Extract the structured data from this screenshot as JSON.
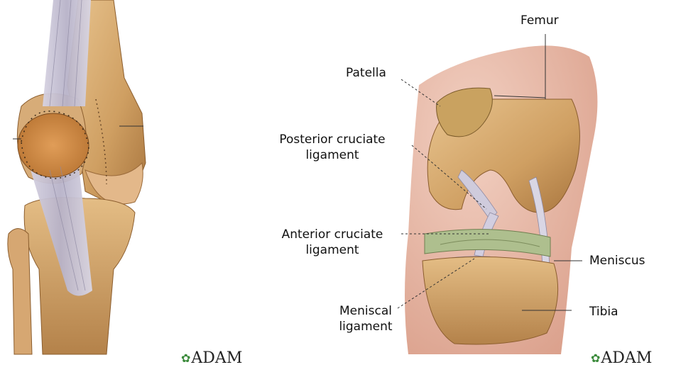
{
  "labels": {
    "femur": "Femur",
    "patella": "Patella",
    "pcl_line1": "Posterior cruciate",
    "pcl_line2": "ligament",
    "acl_line1": "Anterior cruciate",
    "acl_line2": "ligament",
    "meniscus": "Meniscus",
    "meniscal_line1": "Meniscal",
    "meniscal_line2": "ligament",
    "tibia": "Tibia"
  },
  "logos": {
    "left": "ADAM",
    "right": "ADAM",
    "leaf_icon": "leaf-icon"
  },
  "colors": {
    "bone": "#d9b07a",
    "bone_dark": "#a77a48",
    "ligament": "#c9c6d6",
    "cartilage": "#b8c7a0",
    "skin": "#e8b9a8"
  }
}
